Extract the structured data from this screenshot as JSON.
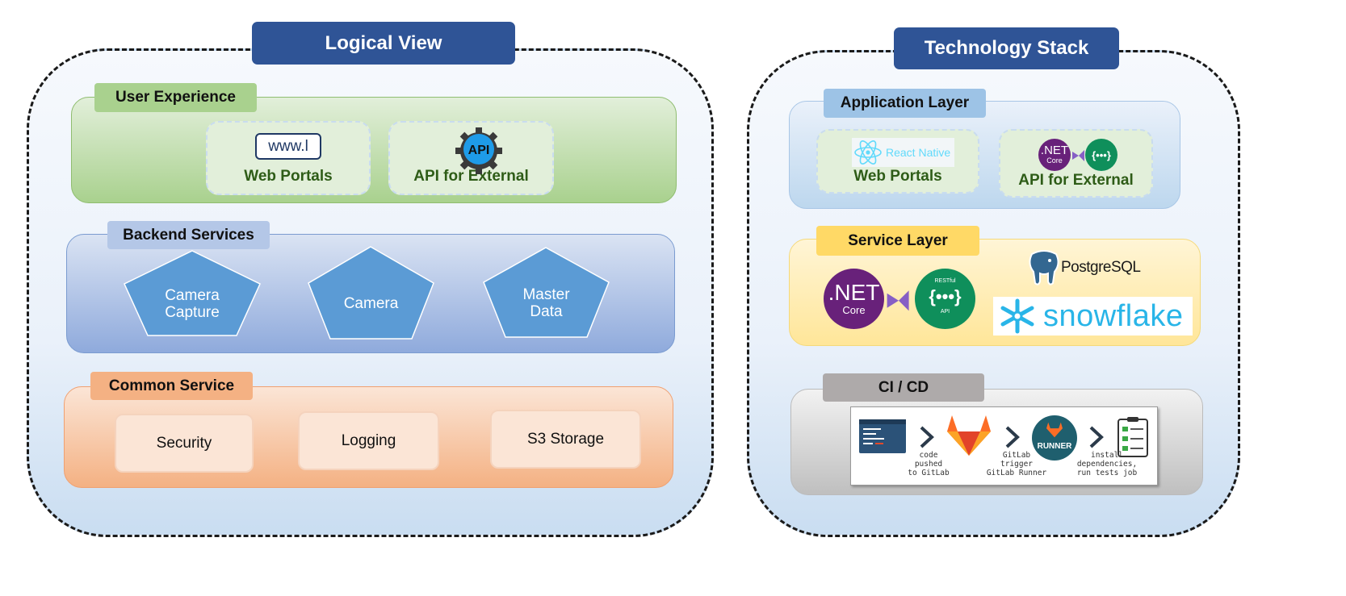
{
  "logical": {
    "title": "Logical View",
    "user_experience": {
      "label": "User Experience",
      "cards": [
        {
          "label": "Web Portals",
          "icon": "www-icon",
          "icon_text": "www.l"
        },
        {
          "label": "API for External",
          "icon": "api-gear-icon",
          "icon_text": "API"
        }
      ]
    },
    "backend": {
      "label": "Backend Services",
      "services": [
        {
          "line1": "Camera",
          "line2": "Capture"
        },
        {
          "line1": "Camera",
          "line2": ""
        },
        {
          "line1": "Master",
          "line2": "Data"
        }
      ]
    },
    "common": {
      "label": "Common Service",
      "items": [
        "Security",
        "Logging",
        "S3 Storage"
      ]
    }
  },
  "tech": {
    "title": "Technology Stack",
    "app_layer": {
      "label": "Application Layer",
      "cards": [
        {
          "label": "Web Portals",
          "logo_text": "React Native"
        },
        {
          "label": "API for External",
          "logo_text": ".NET",
          "logo_sub": "Core"
        }
      ]
    },
    "service_layer": {
      "label": "Service Layer",
      "dotnet": ".NET",
      "dotnet_sub": "Core",
      "restful": "RESTful",
      "api": "API",
      "postgres": "PostgreSQL",
      "snowflake": "snowflake"
    },
    "cicd": {
      "label": "CI / CD",
      "runner": "RUNNER",
      "step1": [
        "code",
        "pushed",
        "to GitLab"
      ],
      "step2": [
        "GitLab",
        "trigger",
        "GitLab Runner"
      ],
      "step3": [
        "install",
        "dependencies,",
        "run tests job"
      ]
    }
  },
  "colors": {
    "header": "#2f5496",
    "green_panel": "#a9d18e",
    "blue_panel": "#9dc3e6",
    "orange_panel": "#f4b183",
    "yellow_panel": "#ffe699",
    "gray_panel": "#d0d0d0"
  }
}
